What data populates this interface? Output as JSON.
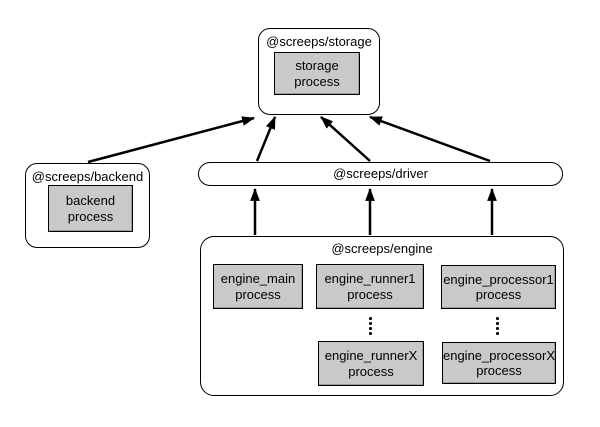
{
  "colors": {
    "node_fill": "#ffffff",
    "process_fill": "#c9c9c9",
    "border": "#000000",
    "arrow": "#000000"
  },
  "nodes": {
    "storage": {
      "title": "@screeps/storage",
      "process": "storage\nprocess"
    },
    "backend": {
      "title": "@screeps/backend",
      "process": "backend\nprocess"
    },
    "driver": {
      "title": "@screeps/driver"
    },
    "engine": {
      "title": "@screeps/engine",
      "processes": [
        {
          "label": "engine_main\nprocess"
        },
        {
          "label": "engine_runner1\nprocess"
        },
        {
          "label": "engine_processor1\nprocess"
        },
        {
          "label": "engine_runnerX\nprocess"
        },
        {
          "label": "engine_processorX\nprocess"
        }
      ]
    }
  },
  "edges": [
    {
      "from": "backend",
      "to": "storage"
    },
    {
      "from": "driver-left",
      "to": "storage"
    },
    {
      "from": "driver-middle",
      "to": "storage"
    },
    {
      "from": "driver-right",
      "to": "storage"
    },
    {
      "from": "engine-left",
      "to": "driver"
    },
    {
      "from": "engine-middle",
      "to": "driver"
    },
    {
      "from": "engine-right",
      "to": "driver"
    }
  ]
}
